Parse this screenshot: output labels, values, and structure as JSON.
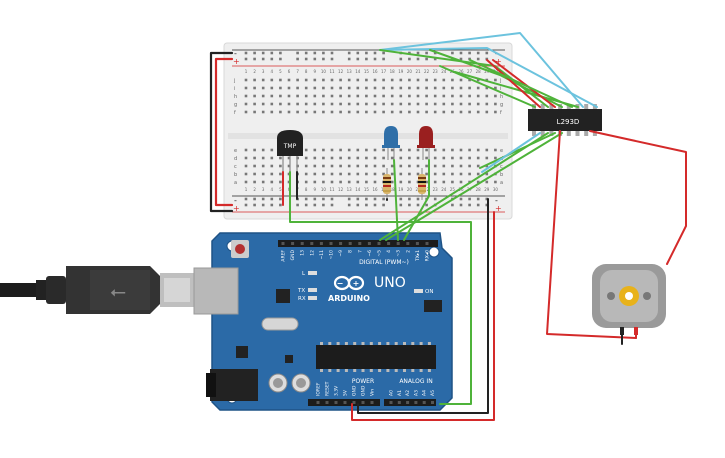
{
  "breadboard": {
    "row_letters_top": [
      "j",
      "i",
      "h",
      "g",
      "f"
    ],
    "row_letters_bottom": [
      "e",
      "d",
      "c",
      "b",
      "a"
    ],
    "rail_plus": "+",
    "rail_minus": "-",
    "column_numbers": [
      "1",
      "2",
      "3",
      "4",
      "5",
      "6",
      "7",
      "8",
      "9",
      "10",
      "11",
      "12",
      "13",
      "14",
      "15",
      "16",
      "17",
      "18",
      "19",
      "20",
      "21",
      "22",
      "23",
      "24",
      "25",
      "26",
      "27",
      "28",
      "29",
      "30"
    ]
  },
  "components": {
    "temp_sensor_label": "TMP",
    "ic_label": "L293D",
    "led_blue_color": "#2f6fa8",
    "led_red_color": "#9a1f1f"
  },
  "arduino": {
    "logo_text": "ARDUINO",
    "model_text": "UNO",
    "digital_header_label": "DIGITAL (PWM~)",
    "power_header_label": "POWER",
    "analog_header_label": "ANALOG IN",
    "led_l": "L",
    "led_tx": "TX",
    "led_rx": "RX",
    "led_on": "ON",
    "digital_pins": [
      "AREF",
      "GND",
      "13",
      "12",
      "~11",
      "~10",
      "~9",
      "8",
      "7",
      "~6",
      "~5",
      "4",
      "~3",
      "2",
      "TX▸1",
      "RX◂0"
    ],
    "power_pins": [
      "IOREF",
      "RESET",
      "3.3V",
      "5V",
      "GND",
      "GND",
      "Vin"
    ],
    "analog_pins": [
      "A0",
      "A1",
      "A2",
      "A3",
      "A4",
      "A5"
    ]
  },
  "colors": {
    "wire_red": "#d42a2a",
    "wire_black": "#222222",
    "wire_green": "#4fb33a",
    "wire_cyan": "#6cc3de",
    "board_blue": "#2b6aa7",
    "breadboard_bg": "#efefef"
  }
}
